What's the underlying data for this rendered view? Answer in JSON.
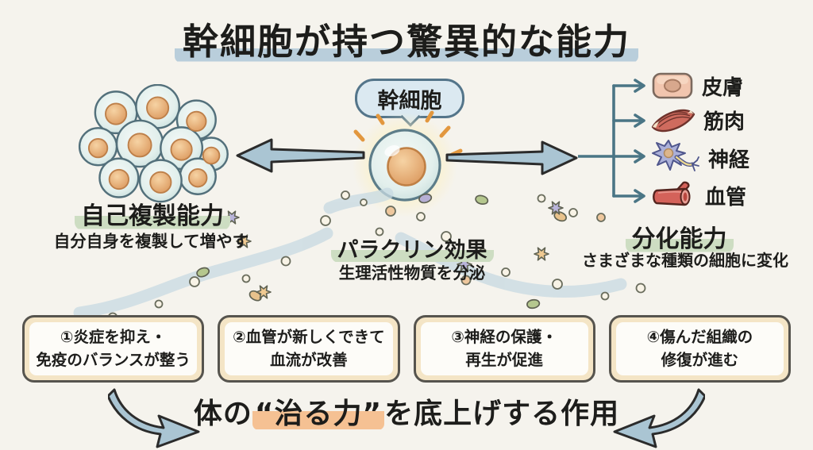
{
  "title": {
    "text": "幹細胞が持つ驚異的な能力"
  },
  "center": {
    "bubble_label": "幹細胞"
  },
  "self_renewal": {
    "heading": "自己複製能力",
    "subtext": "自分自身を複製して増やす"
  },
  "paracrine": {
    "heading": "パラクリン効果",
    "subtext": "生理活性物質を分泌"
  },
  "differentiation": {
    "heading": "分化能力",
    "subtext": "さまざまな種類の細胞に変化",
    "targets": [
      {
        "label": "皮膚",
        "icon": "skin-cell-icon"
      },
      {
        "label": "筋肉",
        "icon": "muscle-icon"
      },
      {
        "label": "神経",
        "icon": "neuron-icon"
      },
      {
        "label": "血管",
        "icon": "blood-vessel-icon"
      }
    ]
  },
  "effects": [
    {
      "line1": "①炎症を抑え・",
      "line2": "免疫のバランスが整う"
    },
    {
      "line1": "②血管が新しくできて",
      "line2": "血流が改善"
    },
    {
      "line1": "③神経の保護・",
      "line2": "再生が促進"
    },
    {
      "line1": "④傷んだ組織の",
      "line2": "修復が進む"
    }
  ],
  "footer": {
    "prefix": "体の",
    "highlight": "“治る力”",
    "suffix": "を底上げする作用"
  },
  "colors": {
    "background": "#f5f3ed",
    "title_highlight": "#b9cedb",
    "heading_highlight": "#cdddc2",
    "footer_highlight": "#f5c193",
    "big_arrow_fill": "#aac5d3",
    "branch_line": "#4a7585",
    "cell_body": "#d8e9e5",
    "cell_nucleus": "#e8ab72"
  }
}
